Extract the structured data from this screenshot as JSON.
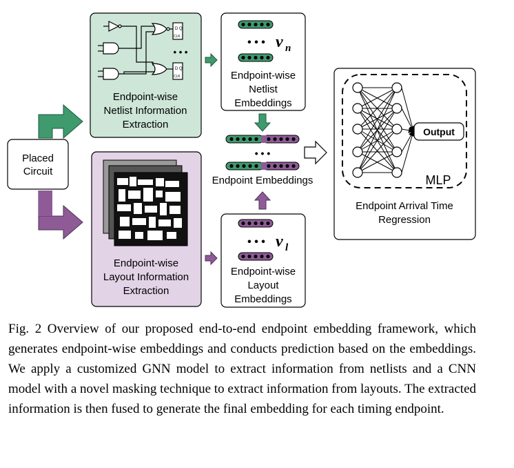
{
  "placed_circuit": {
    "line1": "Placed",
    "line2": "Circuit"
  },
  "netlist_extraction": {
    "line1": "Endpoint-wise",
    "line2": "Netlist Information",
    "line3": "Extraction"
  },
  "layout_extraction": {
    "line1": "Endpoint-wise",
    "line2": "Layout Information",
    "line3": "Extraction"
  },
  "netlist_embeddings": {
    "symbol": "v",
    "subscript": "n",
    "line1": "Endpoint-wise",
    "line2": "Netlist",
    "line3": "Embeddings"
  },
  "layout_embeddings": {
    "symbol": "v",
    "subscript": "l",
    "line1": "Endpoint-wise",
    "line2": "Layout",
    "line3": "Embeddings"
  },
  "endpoint_embeddings": {
    "label": "Endpoint Embeddings"
  },
  "regression": {
    "output_label": "Output",
    "mlp_label": "MLP",
    "line1": "Endpoint Arrival Time",
    "line2": "Regression"
  },
  "ellipsis": "• • •",
  "gate_labels": {
    "d": "D",
    "q": "Q",
    "clk": "CLK"
  },
  "caption": "Fig. 2 Overview of our proposed end-to-end endpoint embedding framework, which generates endpoint-wise embeddings and conducts prediction based on the embeddings. We apply a customized GNN model to extract information from netlists and a CNN model with a novel masking technique to extract information from layouts. The extracted information is then fused to generate the final embedding for each timing endpoint.",
  "colors": {
    "netlist_bg": "#cde6d8",
    "layout_bg": "#e3d3e6",
    "netlist_accent": "#3f9a6e",
    "layout_accent": "#8e5b97",
    "dark_green": "#2f7a52",
    "dark_purple": "#5e3a68"
  }
}
